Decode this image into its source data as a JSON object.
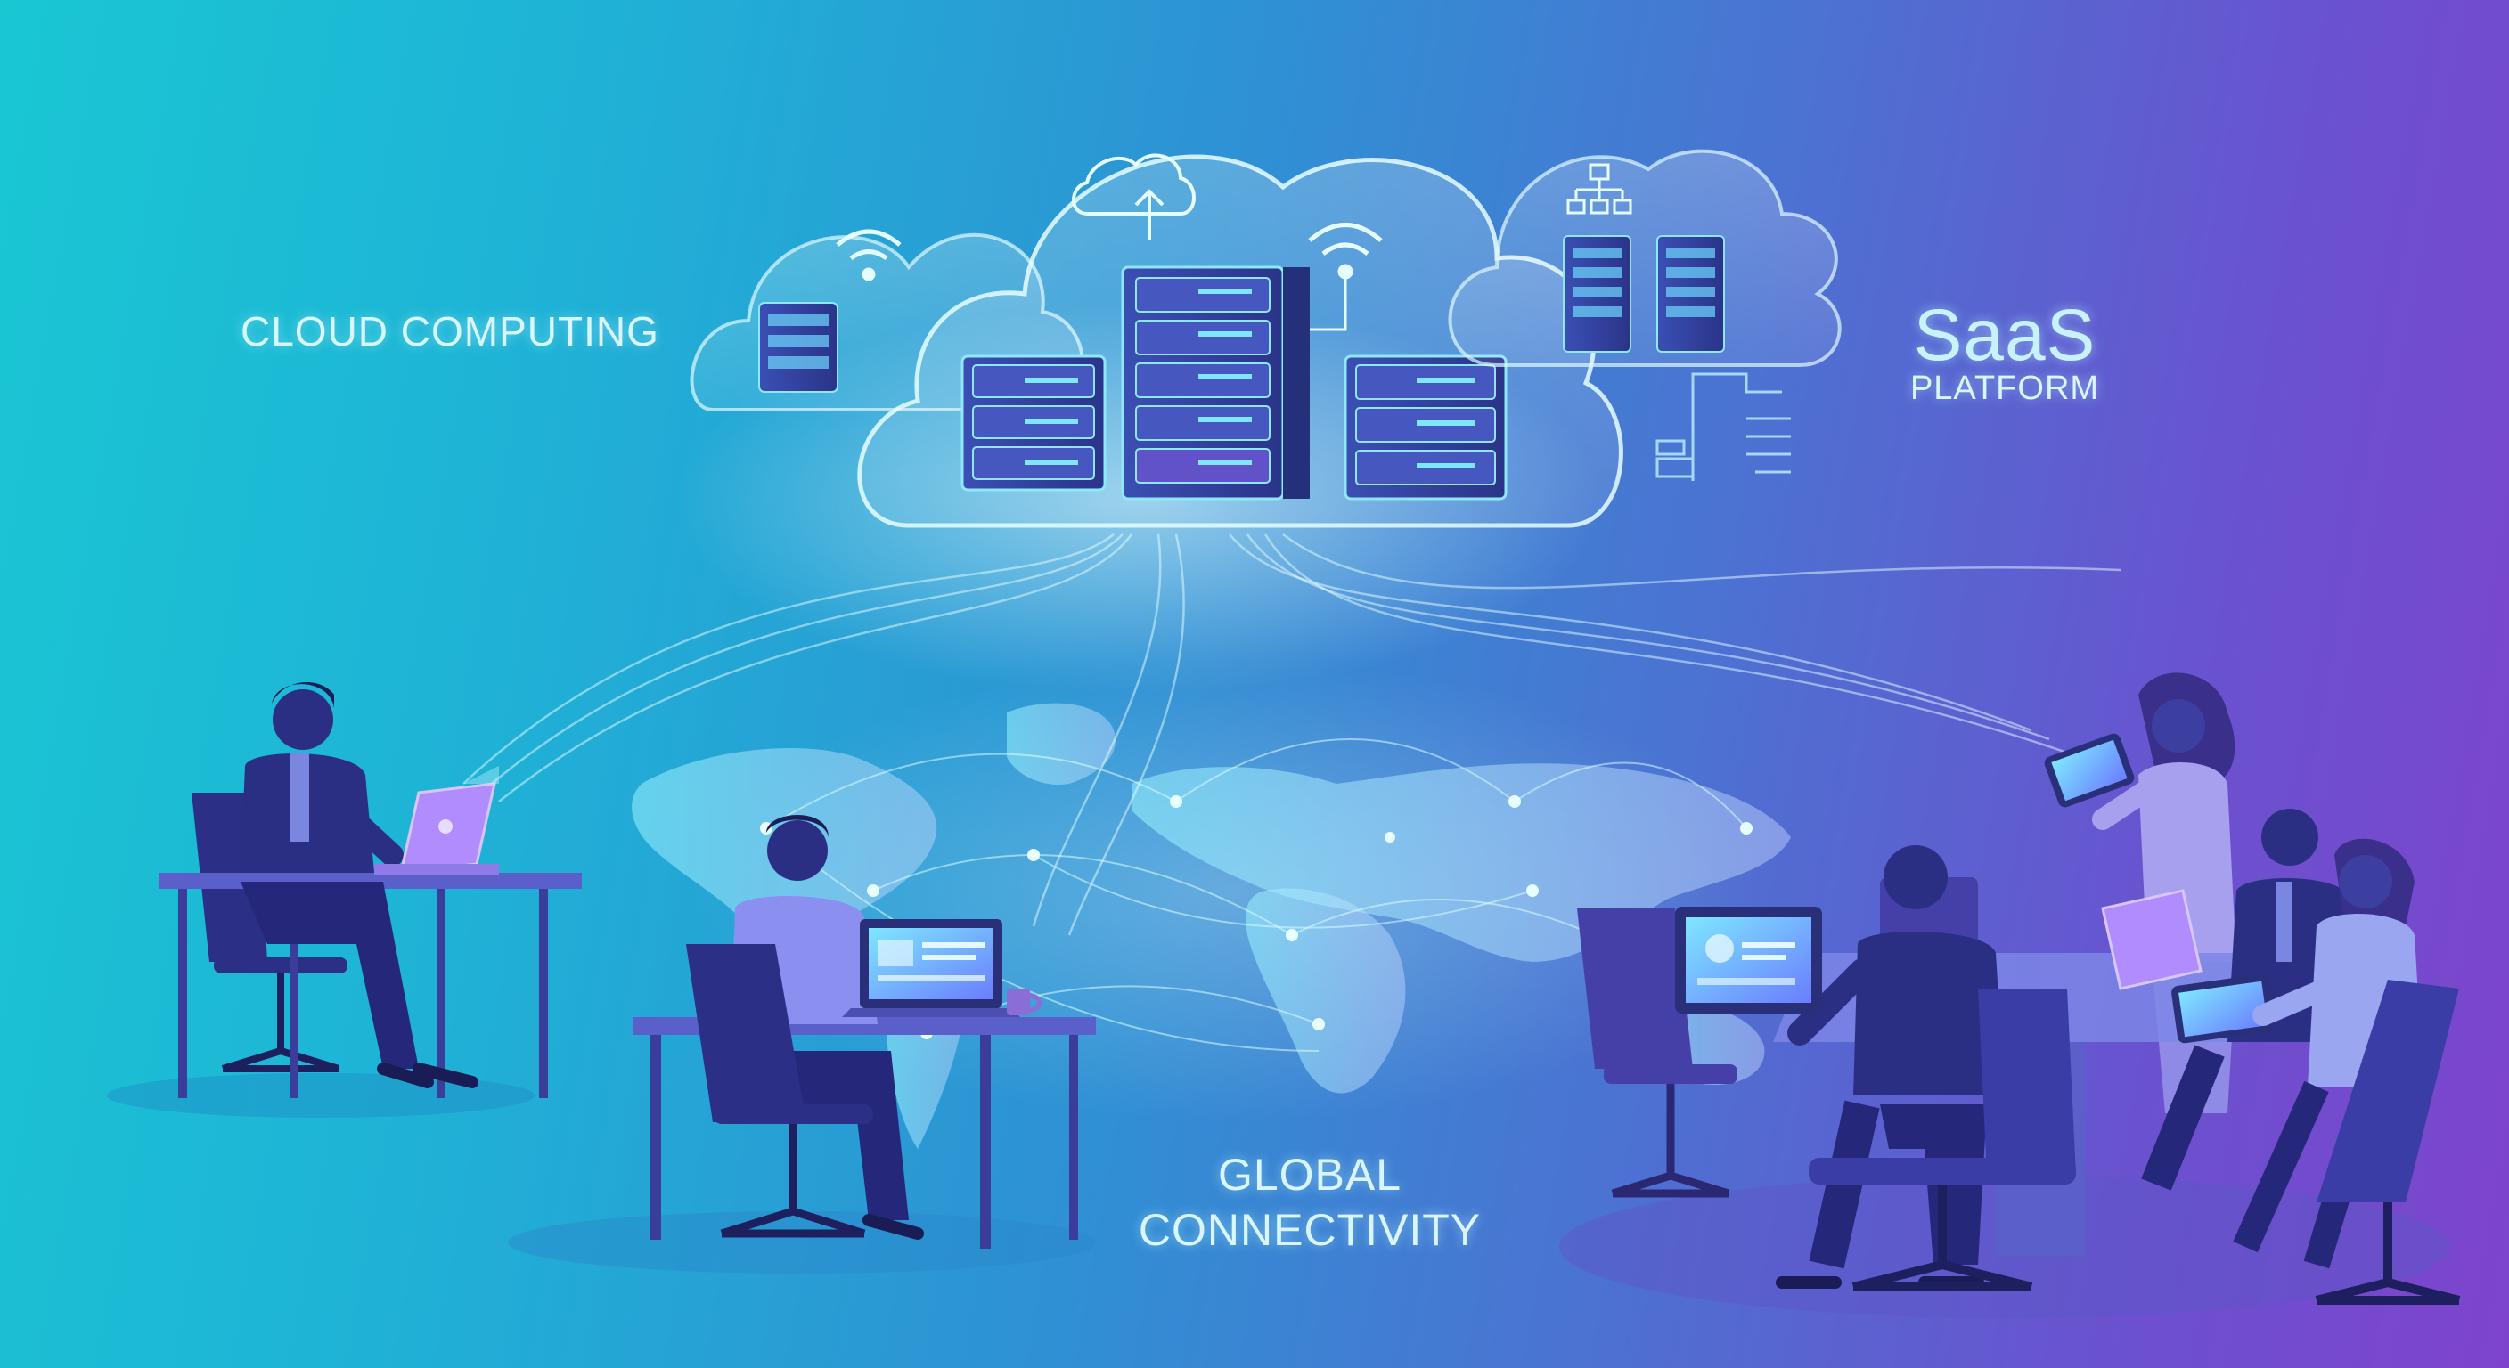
{
  "labels": {
    "cloud_computing": "CLOUD COMPUTING",
    "saas_title": "SaaS",
    "saas_subtitle": "PLATFORM",
    "global_line1": "GLOBAL",
    "global_line2": "CONNECTIVITY"
  },
  "colors": {
    "bg_left": "#19c7d3",
    "bg_right": "#7e43cc",
    "server_face": "#3d4fa8",
    "server_accent": "#5fd8ff",
    "glow": "#bff6ff",
    "figure_dark": "#2a2f7a",
    "desk": "#4a4fb0"
  }
}
